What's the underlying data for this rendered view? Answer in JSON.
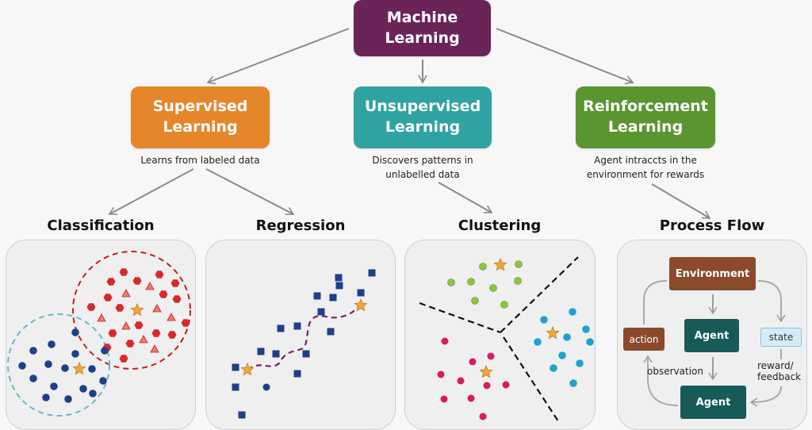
{
  "root": {
    "title_line1": "Machine",
    "title_line2": "Learning",
    "color": "#6b2458"
  },
  "branches": [
    {
      "id": "supervised",
      "line1": "Supervised",
      "line2": "Learning",
      "description": "Learns from labeled data",
      "color": "#e5862a"
    },
    {
      "id": "unsupervised",
      "line1": "Unsupervised",
      "line2": "Learning",
      "description_line1": "Discovers patterns in",
      "description_line2": "unlabelled data",
      "color": "#2fa3a2"
    },
    {
      "id": "reinforcement",
      "line1": "Reinforcement",
      "line2": "Learning",
      "description_line1": "Agent intraccts in the",
      "description_line2": "environment for rewards",
      "color": "#5a9530"
    }
  ],
  "sections": {
    "classification": {
      "title": "Classification",
      "classes": [
        {
          "name": "blue-class",
          "shape": "circle",
          "color": "#1e3f8a",
          "boundary_color": "#6bb8c9"
        },
        {
          "name": "red-class",
          "shapes": [
            "hexagon",
            "triangle"
          ],
          "color": "#d42a2a",
          "boundary_color": "#c41f1f"
        }
      ],
      "centroid_marker": "star"
    },
    "regression": {
      "title": "Regression",
      "point_color": "#1e3f8a",
      "fit_line_color": "#7a1f63",
      "endpoint_marker": "star"
    },
    "clustering": {
      "title": "Clustering",
      "clusters": [
        {
          "name": "green-cluster",
          "color": "#8cc63f"
        },
        {
          "name": "cyan-cluster",
          "color": "#1fa2d0"
        },
        {
          "name": "crimson-cluster",
          "color": "#d81c5b"
        }
      ],
      "centroid_marker": "star"
    },
    "process_flow": {
      "title": "Process Flow",
      "environment": "Environment",
      "agent_top": "Agent",
      "agent_bottom": "Agent",
      "action": "action",
      "state": "state",
      "observation": "observation",
      "reward_line1": "reward/",
      "reward_line2": "feedback"
    }
  },
  "colors": {
    "star": "#f0a73a",
    "connector": "#8a8a8a"
  }
}
